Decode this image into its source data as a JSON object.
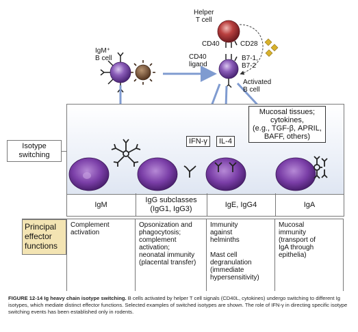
{
  "top": {
    "helper_label": "Helper\nT cell",
    "cd40": "CD40",
    "cd28": "CD28",
    "cd40_ligand": "CD40\nligand",
    "b71_b72": "B7-1,\nB7-2",
    "activated_b": "Activated\nB cell",
    "igm_b_cell": "IgM⁺\nB cell"
  },
  "cytokines": {
    "ifn": "IFN-γ",
    "il4": "IL-4",
    "mucosal": "Mucosal tissues;\ncytokines,\n(e.g., TGF-β, APRIL,\nBAFF, others)"
  },
  "isotype_switching": "Isotype\nswitching",
  "isotypes": [
    {
      "label": "IgM"
    },
    {
      "label": "IgG subclasses\n(IgG1, IgG3)"
    },
    {
      "label": "IgE, IgG4"
    },
    {
      "label": "IgA"
    }
  ],
  "functions_header": "Principal\neffector\nfunctions",
  "functions": [
    {
      "text": "Complement\nactivation"
    },
    {
      "text": "Opsonization and\nphagocytosis;\ncomplement\nactivation;\nneonatal immunity\n(placental transfer)"
    },
    {
      "text": "Immunity\nagainst\nhelminths\n\nMast cell\ndegranulation\n(immediate\nhypersensitivity)"
    },
    {
      "text": "Mucosal\nimmunity\n(transport of\nIgA through\nepithelia)"
    }
  ],
  "caption": {
    "title": "FIGURE 12-14 Ig heavy chain isotype switching.",
    "body": " B cells activated by helper T cell signals (CD40L, cytokines) undergo switching to different Ig isotypes, which mediate distinct effector functions. Selected examples of switched isotypes are shown. The role of IFN-γ in directing specific isotype switching events has been established only in rodents."
  },
  "colors": {
    "b_cell": "#6a3f96",
    "t_cell": "#a23036",
    "apc": "#6e4a2e",
    "arrow": "#7f9bd0",
    "cytokine": "#d8b12c",
    "header_bg": "#f3e4b3"
  }
}
